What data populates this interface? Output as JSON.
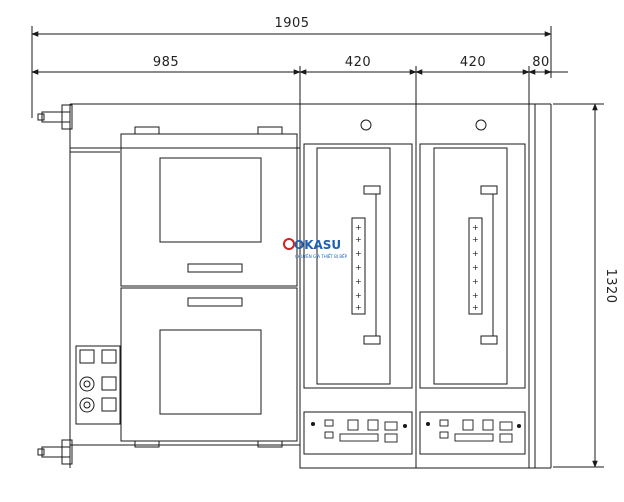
{
  "dimensions": {
    "total_width": "1905",
    "left_unit_width": "985",
    "middle_unit_width": "420",
    "right_unit_width": "420",
    "end_panel_width": "80",
    "height": "1320"
  },
  "logo": {
    "brand": "OKASU",
    "tagline": "CHUYÊN GIA THIẾT BỊ BẾP"
  },
  "colors": {
    "line": "#1a1a1a",
    "logo_blue": "#1f5fb4",
    "logo_red": "#d42020"
  }
}
